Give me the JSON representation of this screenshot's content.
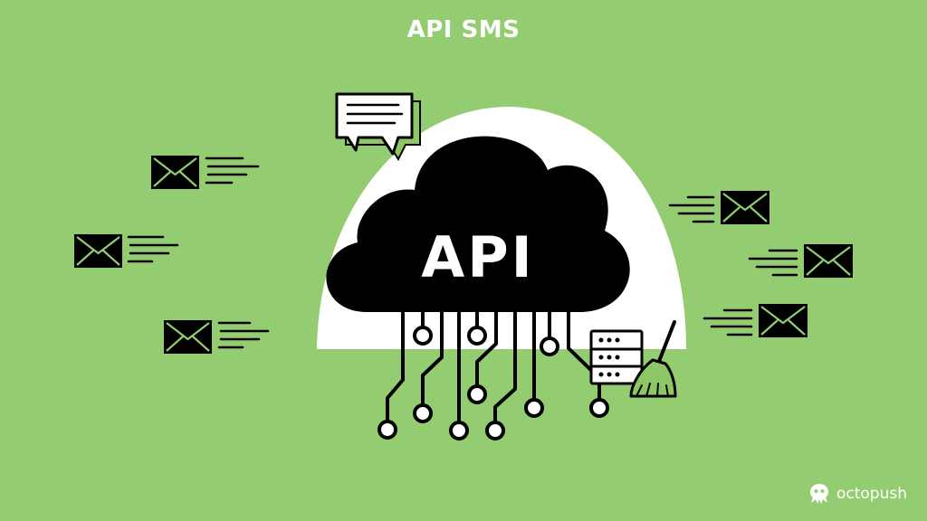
{
  "title": "API SMS",
  "illustration": {
    "cloud_label": "API",
    "icons": [
      "cloud-icon",
      "chat-bubble-icon",
      "envelope-icon",
      "server-icon",
      "broom-icon"
    ]
  },
  "brand": {
    "name": "octopush",
    "logo_icon": "octopus-icon"
  },
  "colors": {
    "background": "#94cd71",
    "accent": "#8dc765",
    "ink": "#000000",
    "light": "#ffffff"
  }
}
